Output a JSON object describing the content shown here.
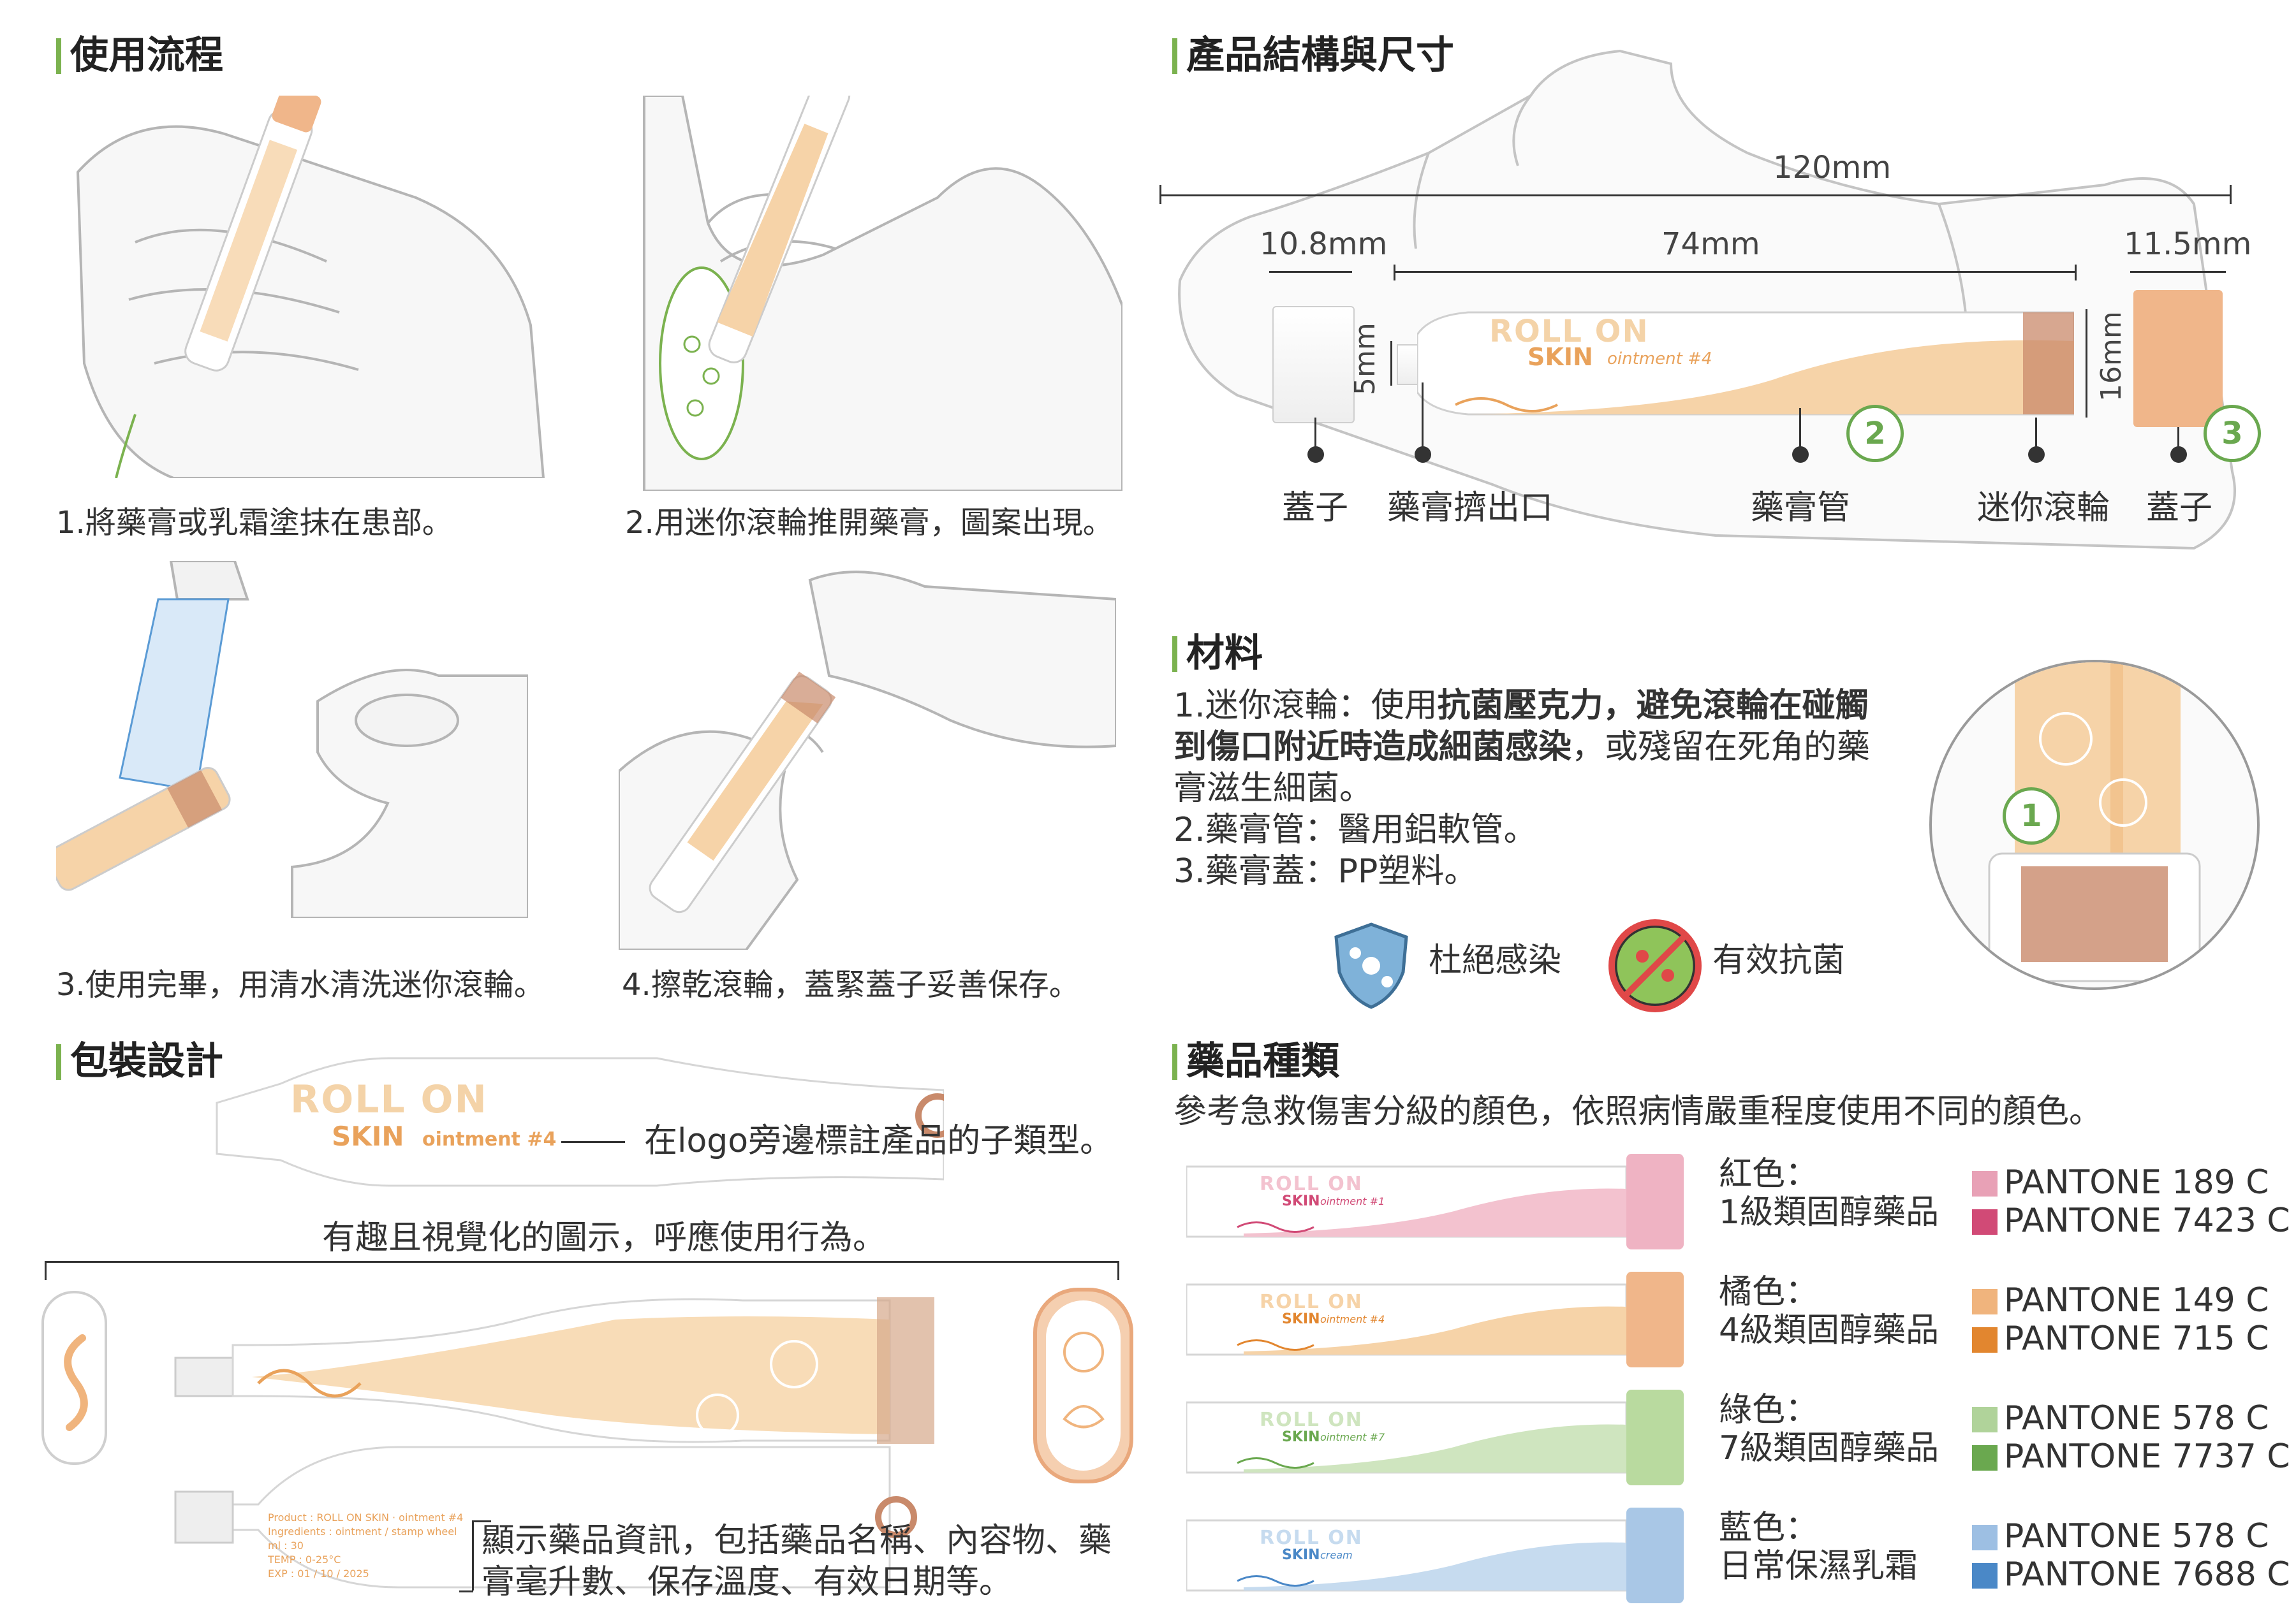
{
  "sections": {
    "usage": "使用流程",
    "structure": "產品結構與尺寸",
    "material": "材料",
    "packaging": "包裝設計",
    "types": "藥品種類"
  },
  "steps": [
    "1.將藥膏或乳霜塗抹在患部。",
    "2.用迷你滾輪推開藥膏，圖案出現。",
    "3.使用完畢，用清水清洗迷你滾輪。",
    "4.擦乾滾輪，蓋緊蓋子妥善保存。"
  ],
  "structure": {
    "total": "120mm",
    "cap_left_w": "10.8mm",
    "tube_len": "74mm",
    "cap_right_w": "11.5mm",
    "nozzle_h": "5mm",
    "tube_h": "16mm",
    "labels": [
      "蓋子",
      "藥膏擠出口",
      "藥膏管",
      "迷你滾輪",
      "蓋子"
    ],
    "num2": "2",
    "num3": "3",
    "num1": "1"
  },
  "material": {
    "l1_a": "1.迷你滾輪：使用",
    "l1_b": "抗菌壓克力，避免滾輪在碰觸",
    "l2_a": "到傷口附近時造成細菌感染",
    "l2_b": "，或殘留在死角的藥",
    "l3": "膏滋生細菌。",
    "l4": "2.藥膏管：醫用鋁軟管。",
    "l5": "3.藥膏蓋：PP塑料。",
    "badge1": "杜絕感染",
    "badge2": "有效抗菌"
  },
  "packaging": {
    "logo_roll": "ROLL ON",
    "logo_skin": "SKIN",
    "logo_sub": "ointment #4",
    "note1": "在logo旁邊標註產品的子類型。",
    "note2": "有趣且視覺化的圖示，呼應使用行為。",
    "note3_l1": "顯示藥品資訊，包括藥品名稱、內容物、藥",
    "note3_l2": "膏毫升數、保存溫度、有效日期等。",
    "info_lines": [
      "Product : ROLL ON SKIN · ointment #4",
      "Ingredients : ointment / stamp wheel",
      "ml : 30",
      "TEMP : 0-25°C",
      "EXP : 01 / 10 / 2025"
    ]
  },
  "types": {
    "intro": "參考急救傷害分級的顏色，依照病情嚴重程度使用不同的顏色。",
    "items": [
      {
        "name": "紅色：",
        "desc": "1級類固醇藥品",
        "sub": "ointment #1",
        "skin": "SKIN",
        "p1": "PANTONE 189 C",
        "p2": "PANTONE 7423 C",
        "c1": "#e8a1b6",
        "c2": "#d14a76",
        "tube": "#f3c2cf",
        "cap": "#efb3c3"
      },
      {
        "name": "橘色：",
        "desc": "4級類固醇藥品",
        "sub": "ointment #4",
        "skin": "SKIN",
        "p1": "PANTONE 149 C",
        "p2": "PANTONE 715 C",
        "c1": "#f0b47d",
        "c2": "#e2862f",
        "tube": "#f6d3a8",
        "cap": "#f0b68a"
      },
      {
        "name": "綠色：",
        "desc": "7級類固醇藥品",
        "sub": "ointment #7",
        "skin": "SKIN",
        "p1": "PANTONE 578 C",
        "p2": "PANTONE 7737 C",
        "c1": "#b0d39a",
        "c2": "#6aa84f",
        "tube": "#cfe5bf",
        "cap": "#b9da9f"
      },
      {
        "name": "藍色：",
        "desc": "日常保濕乳霜",
        "sub": "cream",
        "skin": "SKIN",
        "p1": "PANTONE 578 C",
        "p2": "PANTONE 7688 C",
        "c1": "#9dbfe3",
        "c2": "#4a88c7",
        "tube": "#c6dbef",
        "cap": "#a9c7e6"
      }
    ]
  }
}
